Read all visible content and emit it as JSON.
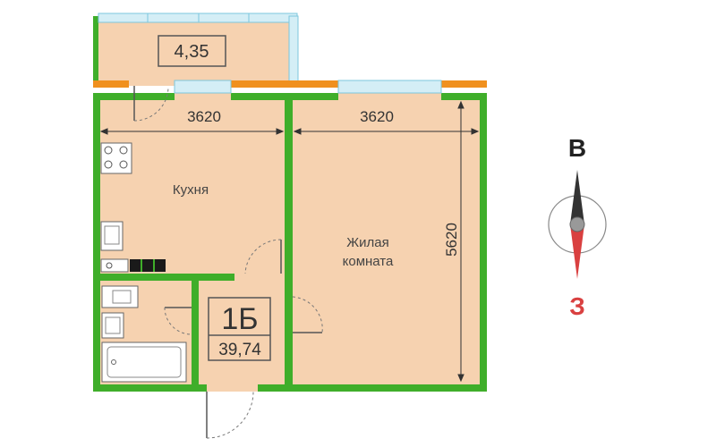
{
  "plan": {
    "balcony_area": "4,35",
    "dimensions": {
      "kitchen_width": "3620",
      "living_width": "3620",
      "living_depth": "5620"
    },
    "rooms": {
      "kitchen": "Кухня",
      "living_line1": "Жилая",
      "living_line2": "комната"
    },
    "apartment": {
      "type": "1Б",
      "area": "39,74"
    }
  },
  "compass": {
    "north": "В",
    "south": "З"
  },
  "colors": {
    "wall": "#3fae2a",
    "floor": "#f6d2b0",
    "window": "#d4eef6",
    "compass_south": "#d94040",
    "compass_north": "#333333"
  }
}
